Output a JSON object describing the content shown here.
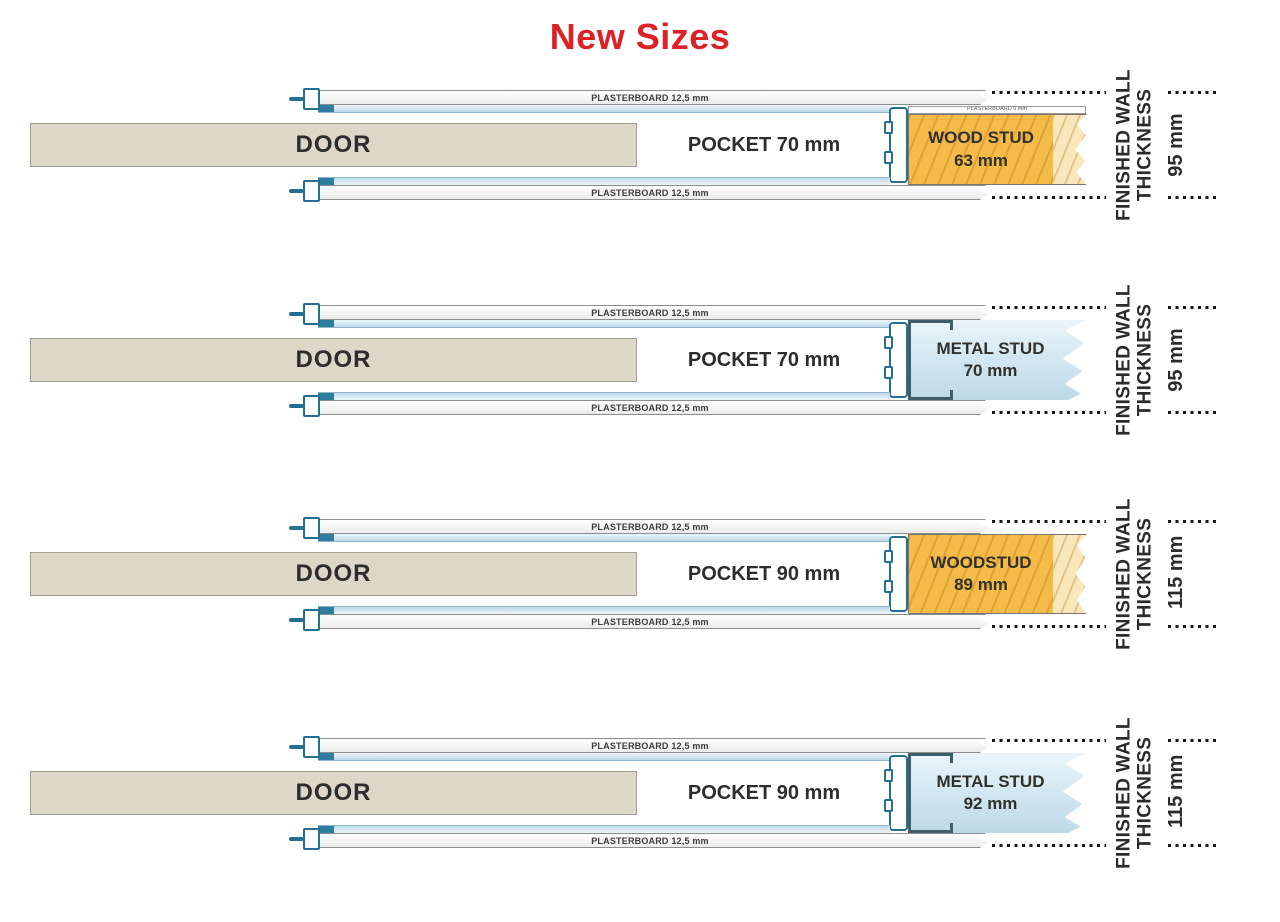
{
  "title": "New Sizes",
  "colors": {
    "title_red": "#dc2127",
    "teal_frame": "#256f90",
    "wood_stud": "#f5bb49",
    "wood_stud_light": "#f9e7bc",
    "metal_stud": "#cfe5f0",
    "metal_bracket": "#415d6b",
    "door_fill": "#ddd7c7",
    "dimension_line": "#161616"
  },
  "diagrams": [
    {
      "stud_type": "wood",
      "door_label": "DOOR",
      "pocket_label": "POCKET 70 mm",
      "plasterboard_top_label": "PLASTERBOARD 12,5 mm",
      "plasterboard_bottom_label": "PLASTERBOARD 12,5 mm",
      "packer_label": "PLASTERBOARD 6 mm",
      "stud_line1": "WOOD STUD",
      "stud_line2": "63 mm",
      "wall_line1": "FINISHED WALL",
      "wall_line2": "THICKNESS",
      "wall_thickness": "95 mm"
    },
    {
      "stud_type": "metal",
      "door_label": "DOOR",
      "pocket_label": "POCKET 70 mm",
      "plasterboard_top_label": "PLASTERBOARD 12,5 mm",
      "plasterboard_bottom_label": "PLASTERBOARD 12,5 mm",
      "stud_line1": "METAL STUD",
      "stud_line2": "70 mm",
      "wall_line1": "FINISHED WALL",
      "wall_line2": "THICKNESS",
      "wall_thickness": "95 mm"
    },
    {
      "stud_type": "wood",
      "door_label": "DOOR",
      "pocket_label": "POCKET 90 mm",
      "plasterboard_top_label": "PLASTERBOARD 12,5 mm",
      "plasterboard_bottom_label": "PLASTERBOARD 12,5 mm",
      "stud_line1": "WOODSTUD",
      "stud_line2": "89 mm",
      "wall_line1": "FINISHED WALL",
      "wall_line2": "THICKNESS",
      "wall_thickness": "115 mm"
    },
    {
      "stud_type": "metal",
      "door_label": "DOOR",
      "pocket_label": "POCKET 90 mm",
      "plasterboard_top_label": "PLASTERBOARD 12,5 mm",
      "plasterboard_bottom_label": "PLASTERBOARD 12,5 mm",
      "stud_line1": "METAL STUD",
      "stud_line2": "92 mm",
      "wall_line1": "FINISHED WALL",
      "wall_line2": "THICKNESS",
      "wall_thickness": "115 mm"
    }
  ]
}
